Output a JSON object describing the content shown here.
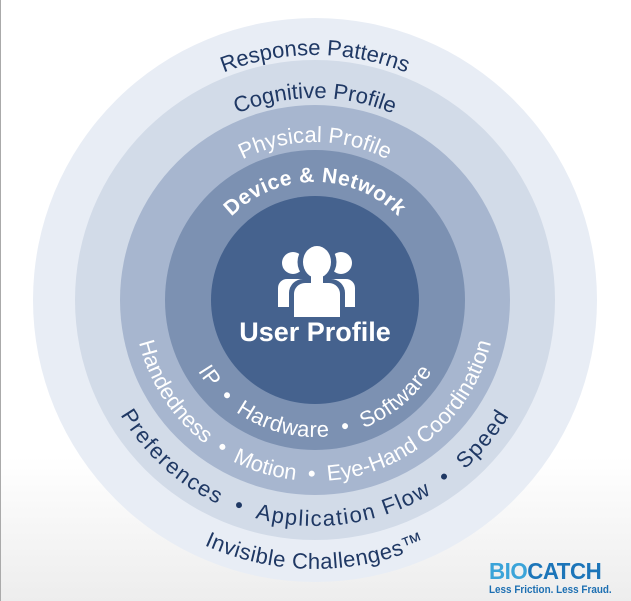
{
  "diagram": {
    "center": {
      "label": "User Profile",
      "icon": "users-group-icon",
      "fill": "#45628e"
    },
    "rings": [
      {
        "top_label": "Response Patterns",
        "bottom_label": "Invisible Challenges™",
        "fill": "#e8edf5",
        "text_color": "#1f3864"
      },
      {
        "top_label": "Cognitive Profile",
        "bottom_label": "Preferences  •  Application Flow  •  Speed",
        "fill": "#d2dbe8",
        "text_color": "#1f3864"
      },
      {
        "top_label": "Physical Profile",
        "bottom_label": "Handedness  •  Motion  •  Eye-Hand Coordination",
        "fill": "#a7b6cf",
        "text_color": "#ffffff"
      },
      {
        "top_label": "Device & Network",
        "bottom_label": "IP  •  Hardware  •  Software",
        "fill": "#7c91b2",
        "text_color": "#ffffff"
      }
    ]
  },
  "logo": {
    "brand_bio": "BIO",
    "brand_catch": "CATCH",
    "tagline": "Less Friction. Less Fraud.",
    "bio_color": "#3ba4d9",
    "catch_color": "#1c75b9"
  }
}
